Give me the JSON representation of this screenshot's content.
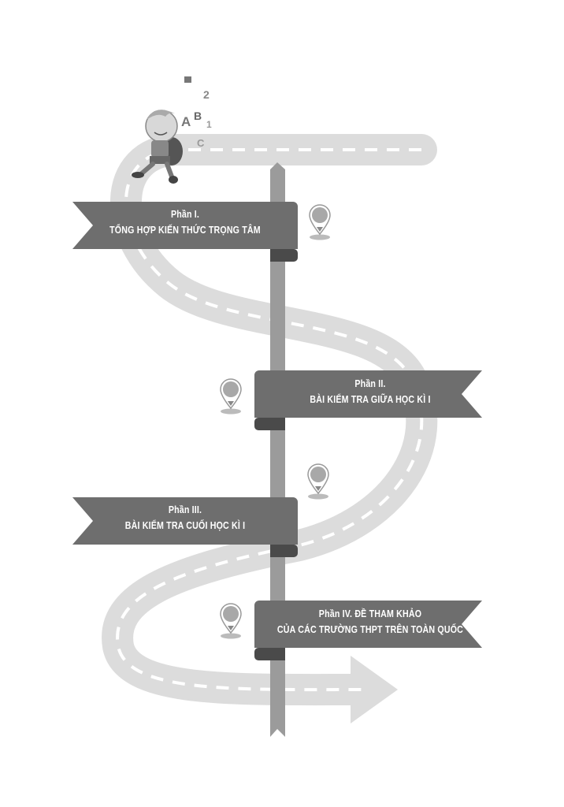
{
  "sections": [
    {
      "title": "Phần I.",
      "subtitle": "TỔNG HỢP KIẾN THỨC TRỌNG TÂM"
    },
    {
      "title": "Phần II.",
      "subtitle": "BÀI KIỂM TRA GIỮA HỌC KÌ I"
    },
    {
      "title": "Phần III.",
      "subtitle": "BÀI KIỂM TRA CUỐI HỌC KÌ I"
    },
    {
      "title": "Phần IV.  ĐỀ THAM KHẢO",
      "subtitle": "CỦA CÁC TRƯỜNG THPT TRÊN TOÀN QUỐC"
    }
  ],
  "mascot_letters": [
    "A",
    "B",
    "C",
    "1",
    "2"
  ],
  "colors": {
    "road": "#dcdcdc",
    "pole": "#9b9b9b",
    "banner": "#6e6e6e",
    "banner_curl": "#4a4a4a",
    "pin": "#a8a8a8"
  }
}
